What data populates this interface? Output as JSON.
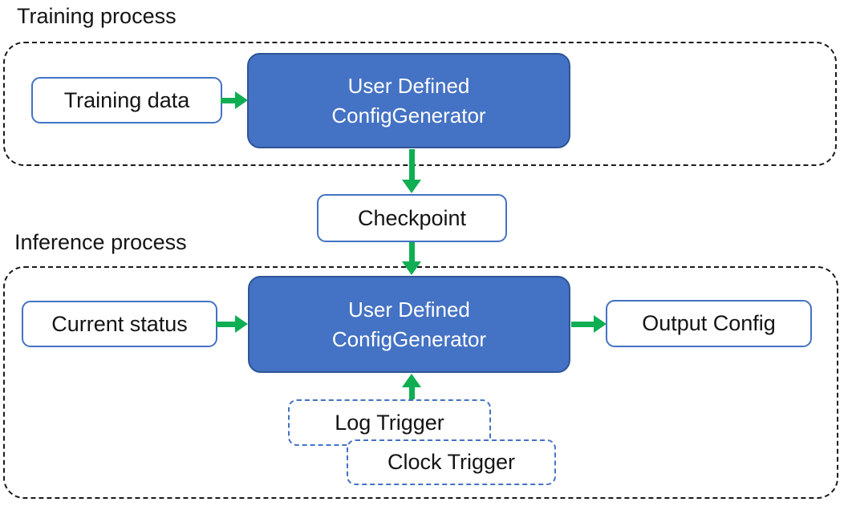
{
  "diagram": {
    "training": {
      "section_label": "Training process",
      "input_box_label": "Training data",
      "generator_line1": "User Defined",
      "generator_line2": "ConfigGenerator"
    },
    "checkpoint_label": "Checkpoint",
    "inference": {
      "section_label": "Inference process",
      "input_box_label": "Current status",
      "generator_line1": "User Defined",
      "generator_line2": "ConfigGenerator",
      "output_box_label": "Output Config",
      "log_trigger_label": "Log Trigger",
      "clock_trigger_label": "Clock Trigger"
    },
    "colors": {
      "generator_fill": "#4472C4",
      "generator_border": "#2F5597",
      "box_border_blue": "#4472C4",
      "arrow_green": "#0FAE53",
      "container_dash": "#1A1A1A",
      "text_dark": "#141414",
      "text_light": "#FFFFFF"
    }
  }
}
